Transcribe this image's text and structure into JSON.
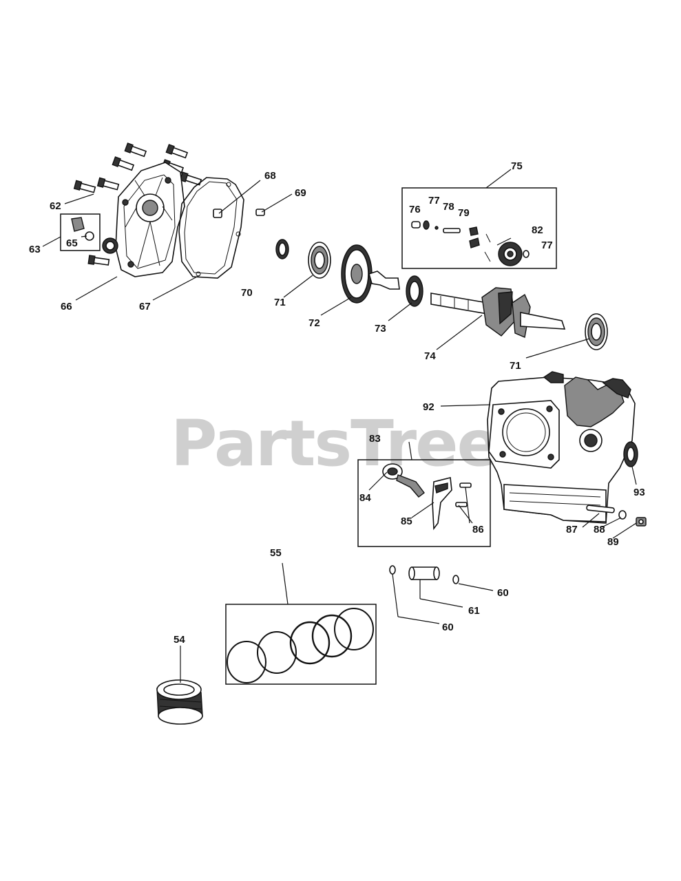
{
  "watermark": "PartsTree",
  "callouts": {
    "c54": "54",
    "c55": "55",
    "c60a": "60",
    "c60b": "60",
    "c61": "61",
    "c62": "62",
    "c63": "63",
    "c65": "65",
    "c66": "66",
    "c67": "67",
    "c68": "68",
    "c69": "69",
    "c70": "70",
    "c71a": "71",
    "c71b": "71",
    "c72": "72",
    "c73": "73",
    "c74": "74",
    "c75": "75",
    "c76": "76",
    "c77a": "77",
    "c77b": "77",
    "c78": "78",
    "c79": "79",
    "c82": "82",
    "c83": "83",
    "c84": "84",
    "c85": "85",
    "c86": "86",
    "c87": "87",
    "c88": "88",
    "c89": "89",
    "c92": "92",
    "c93": "93"
  }
}
